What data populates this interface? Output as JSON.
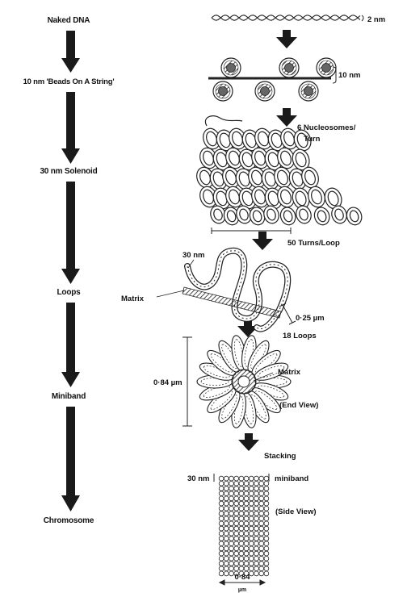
{
  "stages": [
    "Naked DNA",
    "10 nm 'Beads On A String'",
    "30 nm Solenoid",
    "Loops",
    "Miniband",
    "Chromosome"
  ],
  "annotations": {
    "dna_width": "2 nm",
    "bead_size": "10 nm",
    "nucleosomes_per_turn_line1": "6 Nucleosomes/",
    "nucleosomes_per_turn_line2": "Turn",
    "turns_per_loop": "50 Turns/Loop",
    "loop_fiber": "30 nm",
    "matrix_loops": "Matrix",
    "loop_size": "0·25 µm",
    "loops_count": "18 Loops",
    "miniband_diameter": "0·84 µm",
    "matrix_miniband": "Matrix",
    "end_view": "(End View)",
    "stacking": "Stacking",
    "stack_unit": "30 nm",
    "miniband": "miniband",
    "side_view": "(Side View)",
    "width_value": "0·84",
    "width_unit": "µm"
  },
  "colors": {
    "ink": "#111111",
    "background": "#ffffff"
  }
}
